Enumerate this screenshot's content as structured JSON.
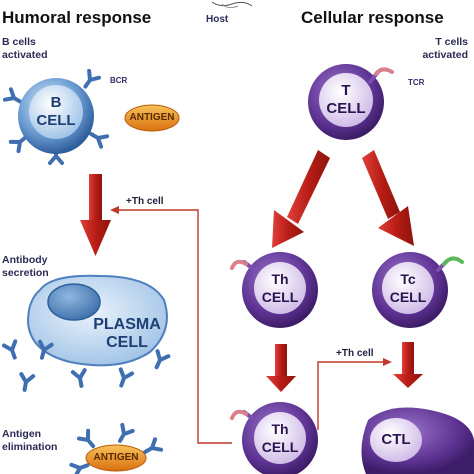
{
  "header": {
    "humoral_title": "Humoral response",
    "host": "Host",
    "cellular_title": "Cellular response"
  },
  "humoral": {
    "b_activated": [
      "B cells",
      "activated"
    ],
    "bcr": "BCR",
    "b_cell": [
      "B",
      "CELL"
    ],
    "antigen": "ANTIGEN",
    "th_help": "+Th cell",
    "antibody_secretion": [
      "Antibody",
      "secretion"
    ],
    "plasma_cell": [
      "PLASMA",
      "CELL"
    ],
    "antigen_elimination": [
      "Antigen",
      "elimination"
    ],
    "antigen2": "ANTIGEN"
  },
  "cellular": {
    "t_activated": [
      "T cells",
      "activated"
    ],
    "tcr": "TCR",
    "t_cell": [
      "T",
      "CELL"
    ],
    "th_cell": [
      "Th",
      "CELL"
    ],
    "tc_cell": [
      "Tc",
      "CELL"
    ],
    "th_help": "+Th cell",
    "th_cell2": [
      "Th",
      "CELL"
    ],
    "ctl": "CTL"
  },
  "colors": {
    "arrow_red": "#c0221c",
    "connector_red": "#c0392b",
    "b_cell_blue": "#4f88c9",
    "plasma_blue": "#b9d4ee",
    "t_cell_purple": "#6b3fa0",
    "antigen_orange": "#e88a1a",
    "antibody_blue": "#3f6fb0"
  }
}
